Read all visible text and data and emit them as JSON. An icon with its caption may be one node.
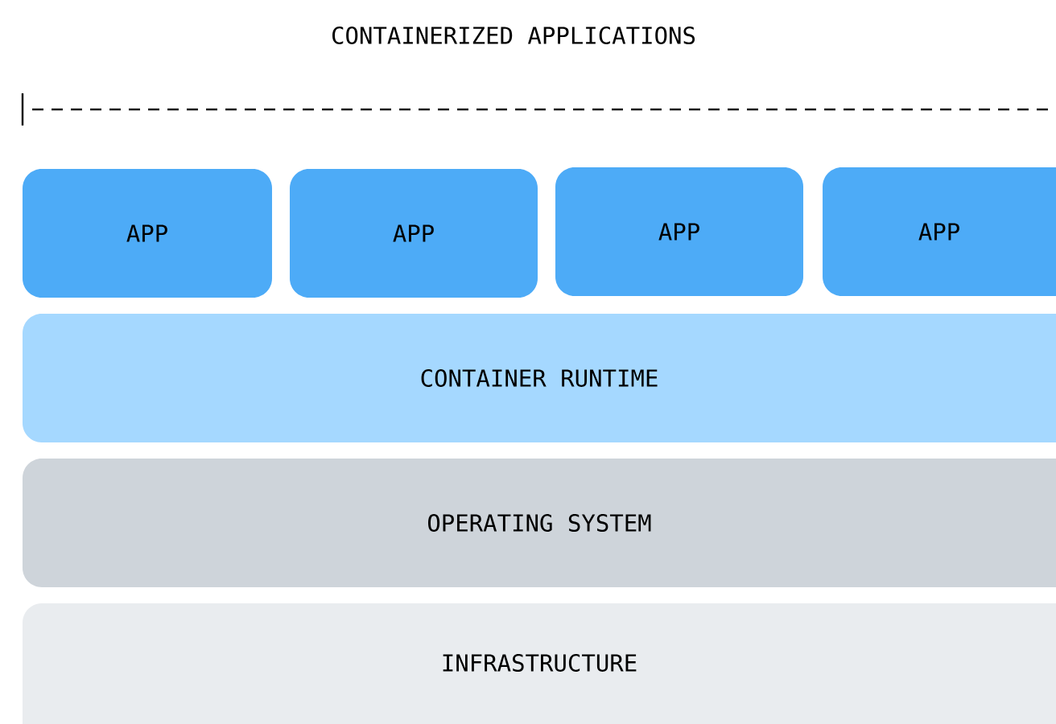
{
  "diagram": {
    "title": "CONTAINERIZED APPLICATIONS",
    "nodes": [
      {
        "text": [
          "APP"
        ]
      },
      {
        "text": [
          "APP"
        ]
      },
      {
        "text": [
          "APP"
        ]
      },
      {
        "text": [
          "APP"
        ]
      },
      {
        "text": [
          "CONTAINER RUNTIME"
        ]
      },
      {
        "text": [
          "OPERATING SYSTEM"
        ]
      },
      {
        "text": [
          "INFRASTRUCTURE"
        ]
      }
    ]
  }
}
